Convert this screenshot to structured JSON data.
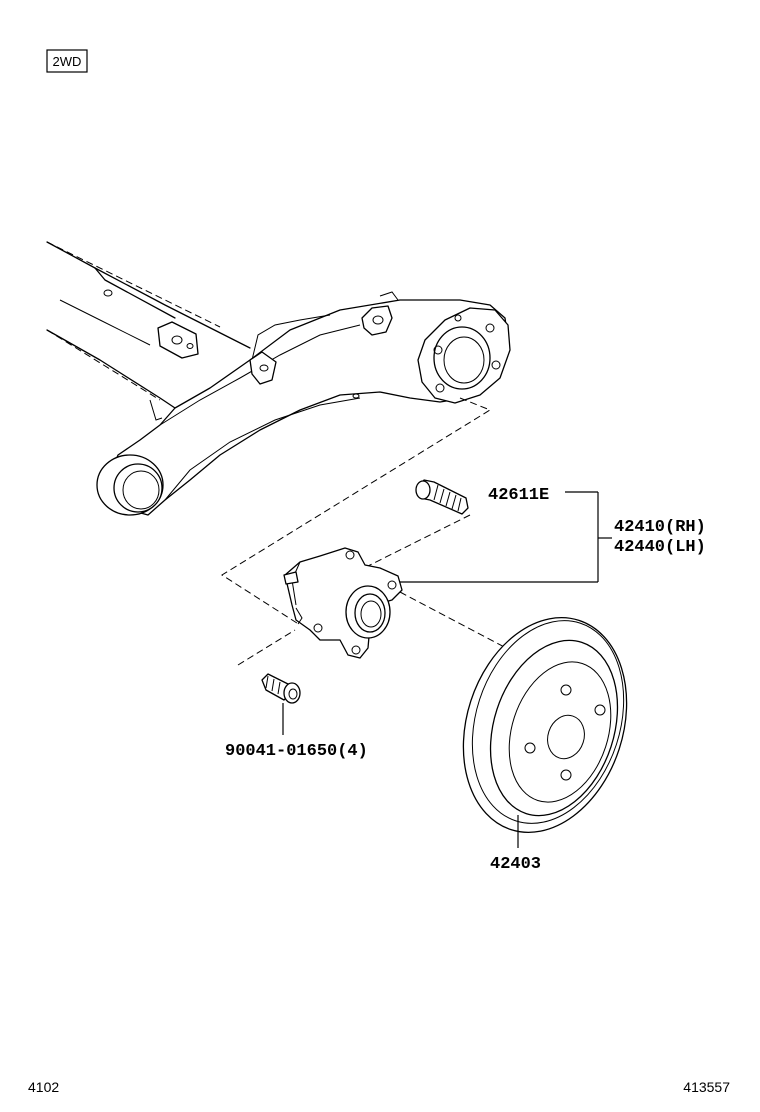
{
  "badge": {
    "text": "2WD"
  },
  "parts": {
    "hub_bolt": "42611E",
    "hub_rh": "42410(RH)",
    "hub_lh": "42440(LH)",
    "bolt": "90041-01650(4)",
    "drum": "42403"
  },
  "footer": {
    "left_code": "4102",
    "right_code": "413557"
  }
}
